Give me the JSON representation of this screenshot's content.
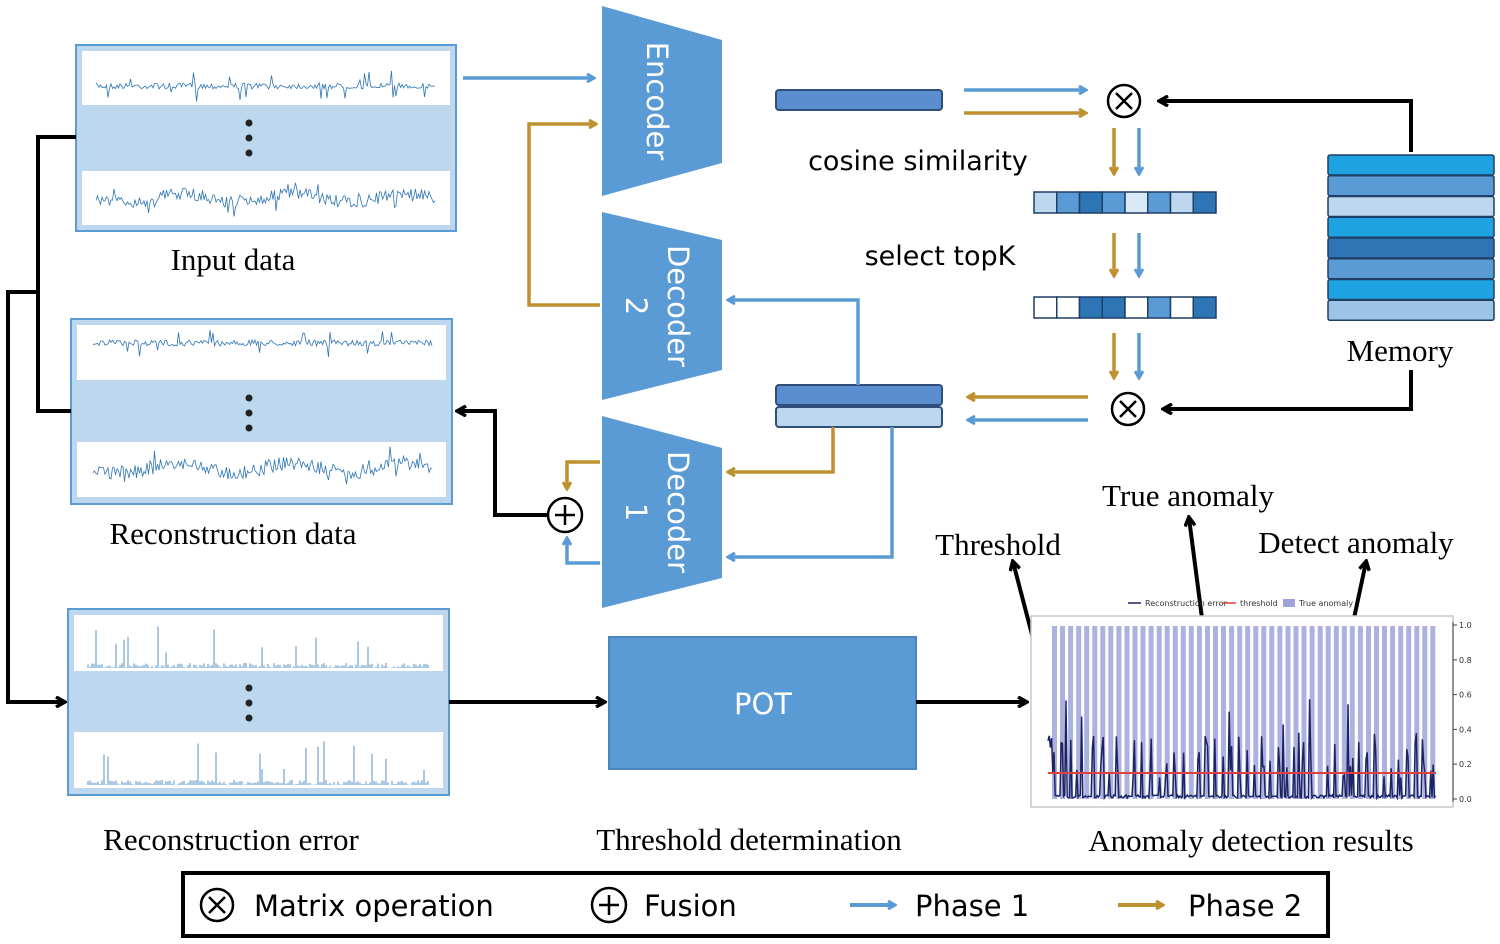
{
  "labels": {
    "input_data": "Input data",
    "reconstruction_data": "Reconstruction data",
    "reconstruction_error": "Reconstruction error",
    "threshold_determination": "Threshold determination",
    "anomaly_detection_results": "Anomaly detection results",
    "cosine_similarity": "cosine similarity",
    "select_topk": "select topK",
    "memory": "Memory",
    "true_anomaly": "True anomaly",
    "threshold": "Threshold",
    "detect_anomaly": "Detect anomaly"
  },
  "blocks": {
    "encoder": "Encoder",
    "decoder2_name": "Decoder",
    "decoder2_num": "2",
    "decoder1_name": "Decoder",
    "decoder1_num": "1",
    "pot": "POT"
  },
  "chart_legend": {
    "reconstruction_error": "Reconstruction error",
    "threshold": "threshold",
    "true_anomaly": "True anomaly"
  },
  "chart_ticks": [
    "1.0",
    "0.8",
    "0.6",
    "0.4",
    "0.2",
    "0.0"
  ],
  "legend": {
    "matrix_operation": "Matrix operation",
    "fusion": "Fusion",
    "phase1": "Phase 1",
    "phase2": "Phase 2"
  },
  "colors": {
    "phase1": "#5b9bd5",
    "phase2": "#bf9030",
    "block": "#5b9bd5",
    "panel": "#bdd7ee",
    "anomaly_band": "#9fa3d9",
    "threshold_line": "#e04040"
  }
}
